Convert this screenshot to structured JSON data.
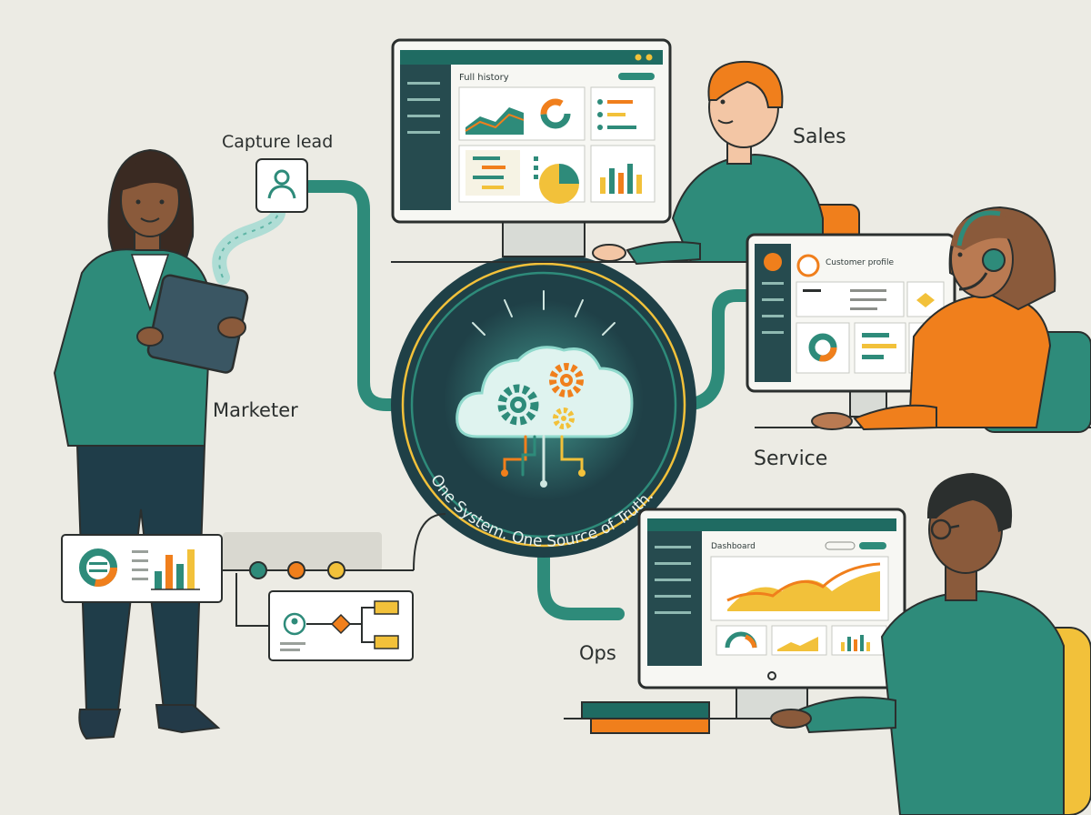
{
  "roles": {
    "marketer": "Marketer",
    "sales": "Sales",
    "service": "Service",
    "ops": "Ops"
  },
  "labels": {
    "capture_lead": "Capture lead"
  },
  "hub": {
    "tagline": "One System. One Source of Truth."
  },
  "screens": {
    "sales": {
      "title": "Full history"
    },
    "service": {
      "title": "Customer profile"
    },
    "ops": {
      "title": "Dashboard"
    }
  },
  "colors": {
    "teal": "#2e8b7a",
    "dark_teal": "#1f4d4f",
    "orange": "#f07f1c",
    "yellow": "#f2c13a",
    "navy": "#233a48",
    "background": "#ecebe4"
  },
  "icons": [
    "user-icon",
    "cloud-icon",
    "gear-icon",
    "donut-chart-icon",
    "bar-chart-icon",
    "flowchart-icon",
    "headset-icon",
    "gauge-icon"
  ]
}
